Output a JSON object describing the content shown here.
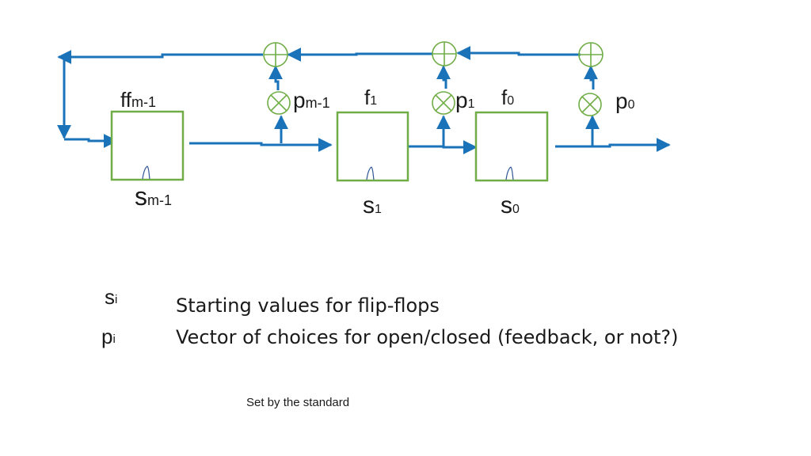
{
  "colors": {
    "wire": "#1a73b8",
    "register_border": "#70ad47",
    "xor_stroke": "#70ad47",
    "and_stroke": "#70ad47",
    "text": "#1a1a1a"
  },
  "icons": {
    "xor": "xor-circle-plus-icon",
    "and": "and-circle-times-icon",
    "clock": "clock-mark-icon"
  },
  "diagram": {
    "registers": [
      {
        "name": "ff",
        "sub": "m-1",
        "state_name": "s",
        "state_sub": "m-1"
      },
      {
        "name": "f",
        "sub": "1",
        "state_name": "s",
        "state_sub": "1"
      },
      {
        "name": "f",
        "sub": "0",
        "state_name": "s",
        "state_sub": "0"
      }
    ],
    "taps": [
      {
        "name": "p",
        "sub": "m-1"
      },
      {
        "name": "p",
        "sub": "1"
      },
      {
        "name": "p",
        "sub": "0"
      }
    ]
  },
  "legend": [
    {
      "symbol": "s",
      "sub": "i",
      "text": "Starting values for flip-flops"
    },
    {
      "symbol": "p",
      "sub": "i",
      "text": "Vector of choices for open/closed (feedback, or not?)"
    }
  ],
  "note": "Set by the standard"
}
